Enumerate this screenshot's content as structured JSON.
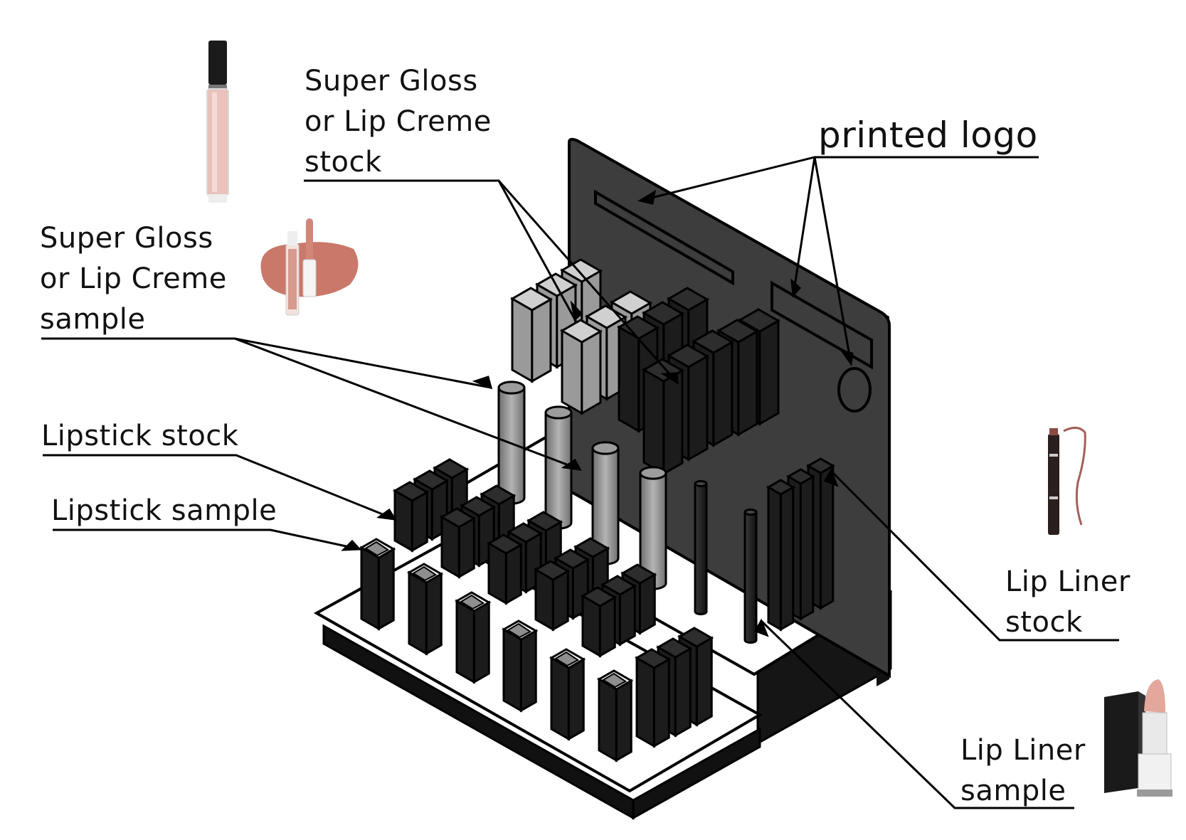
{
  "labels": {
    "gloss_stock": [
      "Super Gloss",
      "or Lip Creme",
      "stock"
    ],
    "gloss_sample": [
      "Super Gloss",
      "or Lip Creme",
      "sample"
    ],
    "printed_logo": "printed logo",
    "lipstick_stock": "Lipstick stock",
    "lipstick_sample": "Lipstick sample",
    "lip_liner_stock": [
      "Lip Liner",
      "stock"
    ],
    "lip_liner_sample": [
      "Lip Liner",
      "sample"
    ]
  },
  "colors": {
    "outline": "#000000",
    "panel": "#3b3b3b",
    "box": "#1c1c1c",
    "box_top": "#2d2d2d",
    "glass_tube": "#8a8a8a",
    "stock_box_light": "#d0d0d0",
    "lip_color": "#c97e72"
  },
  "icons": {
    "gloss_tube_photo": "lip-gloss-tube-icon",
    "gloss_swatch_photo": "lip-gloss-swatch-icon",
    "liner_photo": "lip-liner-pencil-icon",
    "lipstick_photo": "lipstick-icon"
  }
}
